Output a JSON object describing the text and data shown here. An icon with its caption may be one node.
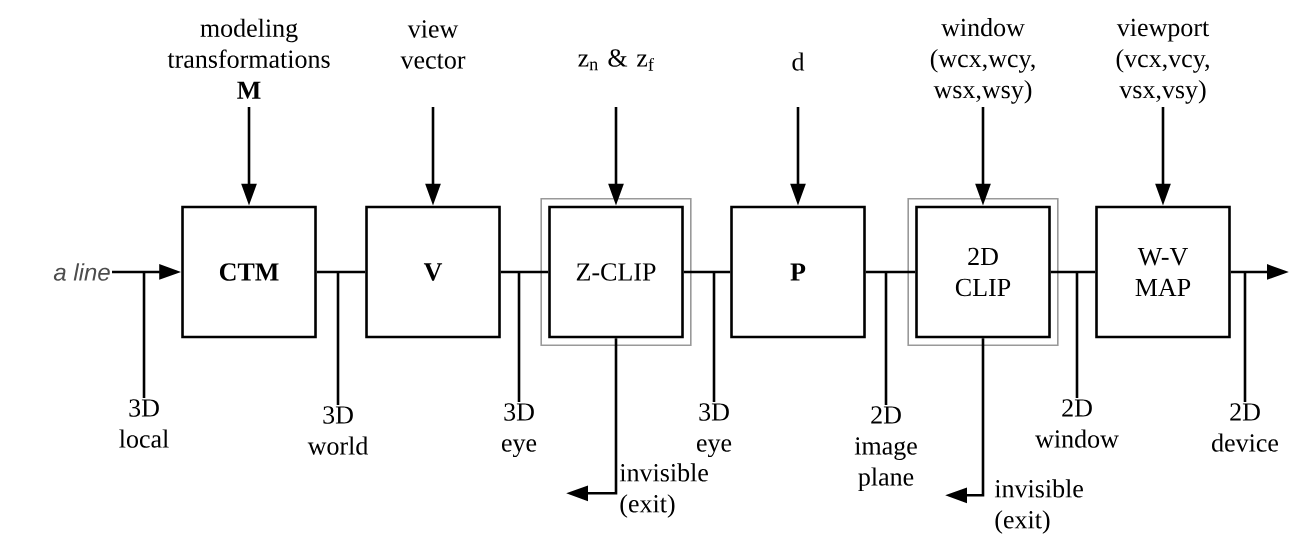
{
  "diagram": {
    "nodes": [
      {
        "text": [
          "modeling transformations",
          "M"
        ]
      },
      {
        "text": [
          "view vector"
        ]
      },
      {
        "text": [
          "z$_{n}$ & z$_{f}$"
        ]
      },
      {
        "text": [
          "d"
        ]
      },
      {
        "text": [
          "window (wcx,wcy, wsx,wsy)"
        ]
      },
      {
        "text": [
          "viewport (vcx,vcy, vsx,vsy)"
        ]
      },
      {
        "text": [
          "a line"
        ]
      },
      {
        "text": [
          "CTM"
        ]
      },
      {
        "text": [
          "V"
        ]
      },
      {
        "text": [
          "Z-CLIP"
        ]
      },
      {
        "text": [
          "P"
        ]
      },
      {
        "text": [
          "2D CLIP"
        ]
      },
      {
        "text": [
          "W-V MAP"
        ]
      },
      {
        "text": [
          "3D local"
        ]
      },
      {
        "text": [
          "3D world"
        ]
      },
      {
        "text": [
          "3D eye"
        ]
      },
      {
        "text": [
          "3D eye"
        ]
      },
      {
        "text": [
          "2D image plane"
        ]
      },
      {
        "text": [
          "2D window"
        ]
      },
      {
        "text": [
          "2D device"
        ]
      }
    ],
    "edges": [
      {
        "from": 0,
        "to": 7,
        "arrow": "to"
      },
      {
        "from": 1,
        "to": 8,
        "arrow": "to"
      },
      {
        "from": 2,
        "to": 9,
        "arrow": "to"
      },
      {
        "from": 3,
        "to": 10,
        "arrow": "to"
      },
      {
        "from": 4,
        "to": 11,
        "arrow": "to"
      },
      {
        "from": 5,
        "to": 12,
        "arrow": "to"
      },
      {
        "from": 6,
        "to": 7,
        "arrow": "to"
      },
      {
        "from": 7,
        "to": 8,
        "arrow": "none"
      },
      {
        "from": 8,
        "to": 9,
        "arrow": "none"
      },
      {
        "from": 9,
        "to": 10,
        "arrow": "none"
      },
      {
        "from": 10,
        "to": 11,
        "arrow": "none"
      },
      {
        "from": 11,
        "to": 12,
        "arrow": "none"
      },
      {
        "from": 12,
        "to": null,
        "arrow": "to"
      },
      {
        "from": 9,
        "to": null,
        "arrow": "to",
        "label": "invisible (exit)"
      },
      {
        "from": 11,
        "to": null,
        "arrow": "to",
        "label": "invisible (exit)"
      },
      {
        "from": 13,
        "to": null,
        "arrow": "none"
      },
      {
        "from": 14,
        "to": null,
        "arrow": "none"
      },
      {
        "from": 15,
        "to": null,
        "arrow": "none"
      },
      {
        "from": 16,
        "to": null,
        "arrow": "none"
      },
      {
        "from": 17,
        "to": null,
        "arrow": "none"
      },
      {
        "from": 18,
        "to": null,
        "arrow": "none"
      },
      {
        "from": 19,
        "to": null,
        "arrow": "none"
      }
    ]
  }
}
